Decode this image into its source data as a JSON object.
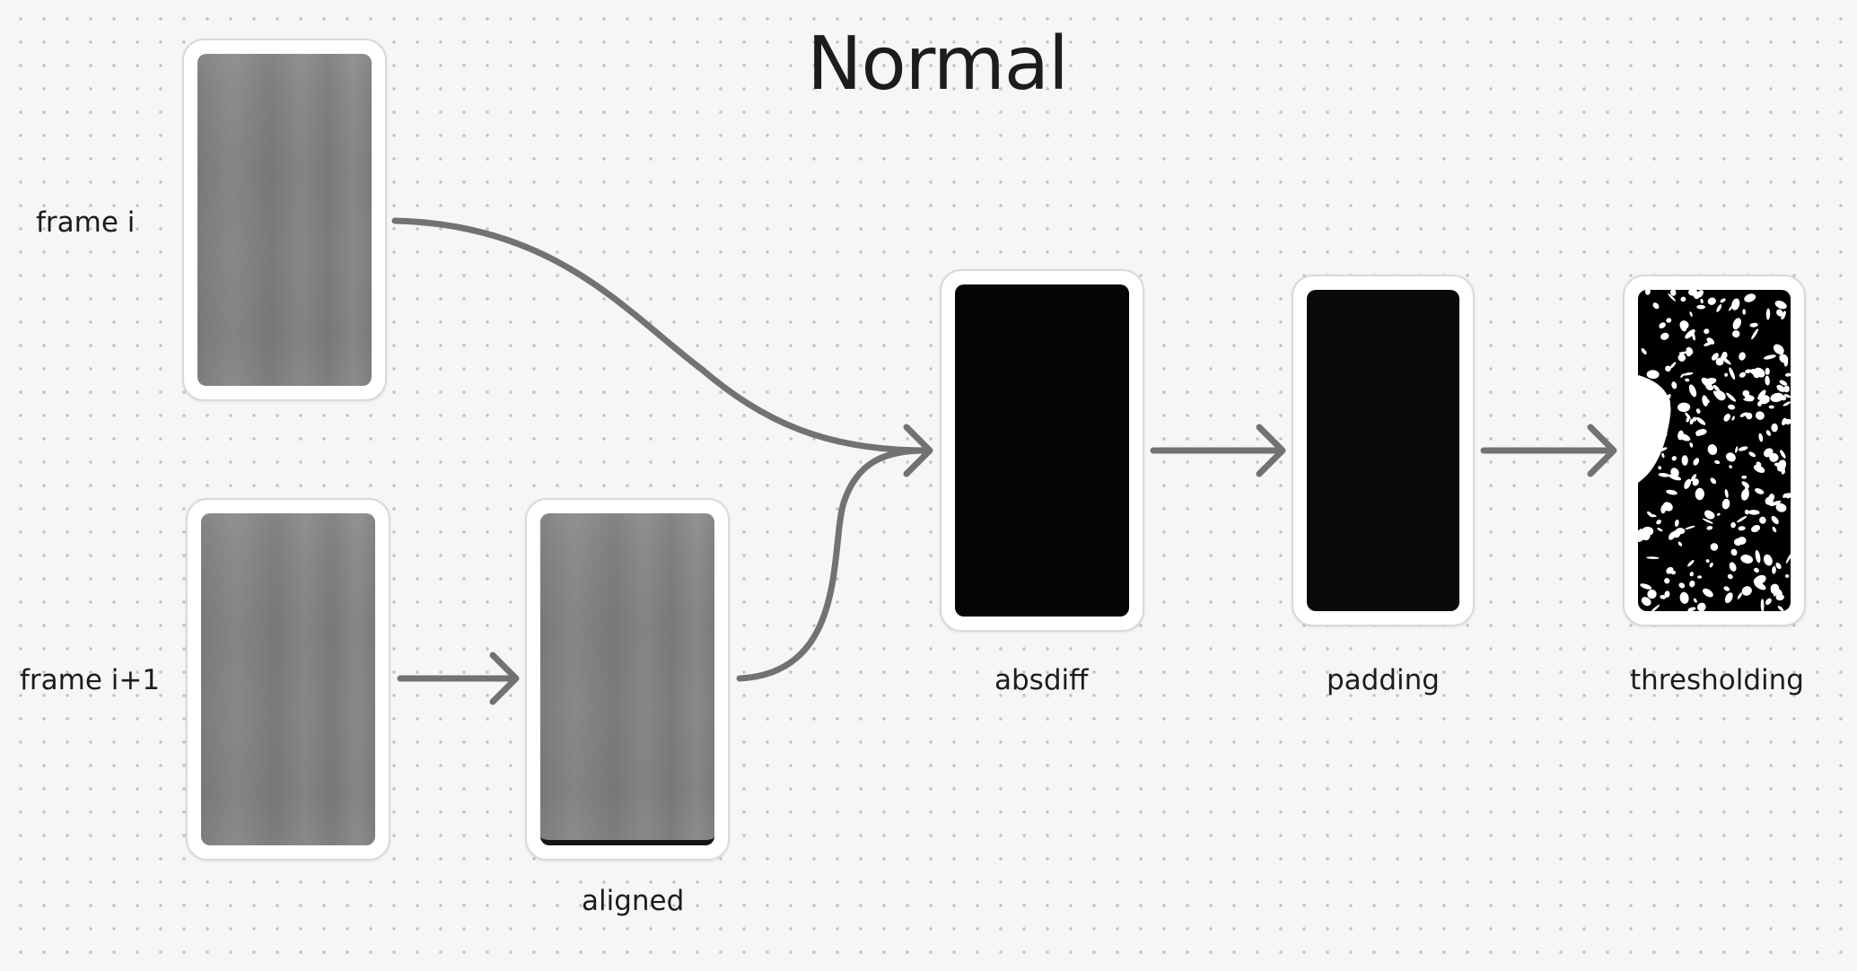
{
  "diagram": {
    "title": "Normal",
    "labels": {
      "frame_i": "frame i",
      "frame_i1": "frame i+1",
      "aligned": "aligned",
      "absdiff": "absdiff",
      "padding": "padding",
      "thresholding": "thresholding"
    },
    "edges": [
      {
        "from": "frame-i",
        "to": "absdiff"
      },
      {
        "from": "frame-i1",
        "to": "aligned"
      },
      {
        "from": "aligned",
        "to": "absdiff"
      },
      {
        "from": "absdiff",
        "to": "padding"
      },
      {
        "from": "padding",
        "to": "thresholding"
      }
    ],
    "colors": {
      "background": "#f6f6f6",
      "arrow": "#727272",
      "card": "#ffffff"
    }
  }
}
